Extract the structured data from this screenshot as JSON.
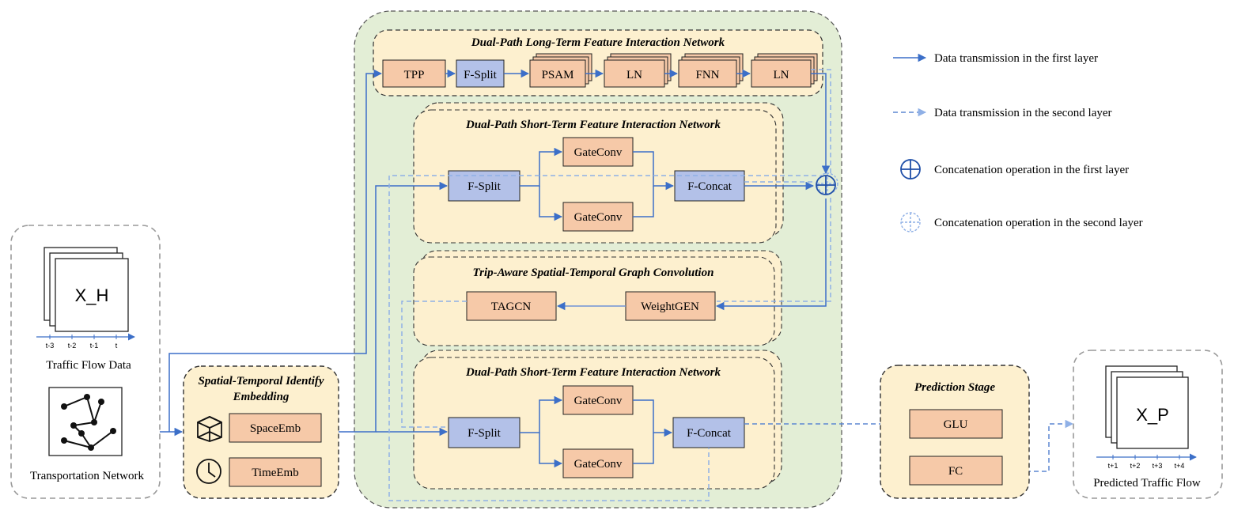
{
  "colors": {
    "green_bg": "#e3eed6",
    "panel_bg": "#fdf0cf",
    "orange_box": "#f6c9a8",
    "blue_box": "#b3c1e8",
    "line_blue": "#3c6fc8",
    "line_light": "#8fb0e6"
  },
  "inputs": {
    "xh_label": "X_H",
    "xh_ticks": [
      "t-3",
      "t-2",
      "t-1",
      "t"
    ],
    "traffic_label": "Traffic Flow Data",
    "network_label": "Transportation Network"
  },
  "embedding": {
    "title_line1": "Spatial-Temporal Identify",
    "title_line2": "Embedding",
    "space": "SpaceEmb",
    "time": "TimeEmb",
    "space_icon": "cube-icon",
    "time_icon": "clock-icon"
  },
  "long_term": {
    "title": "Dual-Path Long-Term Feature Interaction Network",
    "modules": [
      "TPP",
      "F-Split",
      "PSAM",
      "LN",
      "FNN",
      "LN"
    ]
  },
  "short_term_1": {
    "title": "Dual-Path Short-Term Feature Interaction Network",
    "split": "F-Split",
    "gate_top": "GateConv",
    "gate_bottom": "GateConv",
    "concat": "F-Concat"
  },
  "graph_conv": {
    "title": "Trip-Aware Spatial-Temporal Graph Convolution",
    "tagcn": "TAGCN",
    "weightgen": "WeightGEN"
  },
  "short_term_2": {
    "title": "Dual-Path Short-Term Feature Interaction Network",
    "split": "F-Split",
    "gate_top": "GateConv",
    "gate_bottom": "GateConv",
    "concat": "F-Concat"
  },
  "prediction": {
    "title": "Prediction Stage",
    "glu": "GLU",
    "fc": "FC"
  },
  "output": {
    "xp_label": "X_P",
    "xp_ticks": [
      "t+1",
      "t+2",
      "t+3",
      "t+4"
    ],
    "predicted_label": "Predicted Traffic Flow"
  },
  "legend": {
    "first_layer": "Data transmission in the first layer",
    "second_layer": "Data transmission in the second layer",
    "concat_first": "Concatenation operation in the first layer",
    "concat_second": "Concatenation operation in the second layer"
  }
}
